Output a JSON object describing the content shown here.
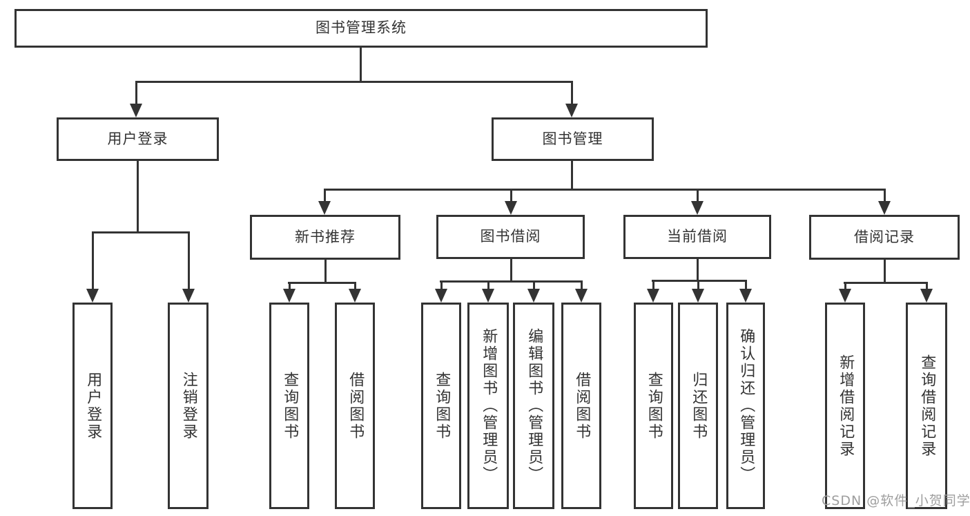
{
  "diagram": {
    "root": "图书管理系统",
    "branches": {
      "user_login": "用户登录",
      "book_management": "图书管理"
    },
    "modules": {
      "new_book_recommend": "新书推荐",
      "book_borrowing": "图书借阅",
      "current_borrowing": "当前借阅",
      "borrowing_records": "借阅记录"
    },
    "leaves": {
      "user_login": "用户登录",
      "logout": "注销登录",
      "query_books_recommend": "查询图书",
      "borrow_books_recommend": "借阅图书",
      "query_books_borrowing": "查询图书",
      "add_books_admin": "新增图书（管理员）",
      "edit_books_admin": "编辑图书（管理员）",
      "borrow_books_borrowing": "借阅图书",
      "query_books_current": "查询图书",
      "return_books": "归还图书",
      "confirm_return_admin": "确认归还（管理员）",
      "add_borrow_record": "新增借阅记录",
      "query_borrow_record": "查询借阅记录"
    }
  },
  "watermark": "CSDN @软件_小贺同学",
  "colors": {
    "line": "#333333",
    "text": "#333333",
    "background": "#ffffff",
    "watermark": "#9e9e9e"
  }
}
